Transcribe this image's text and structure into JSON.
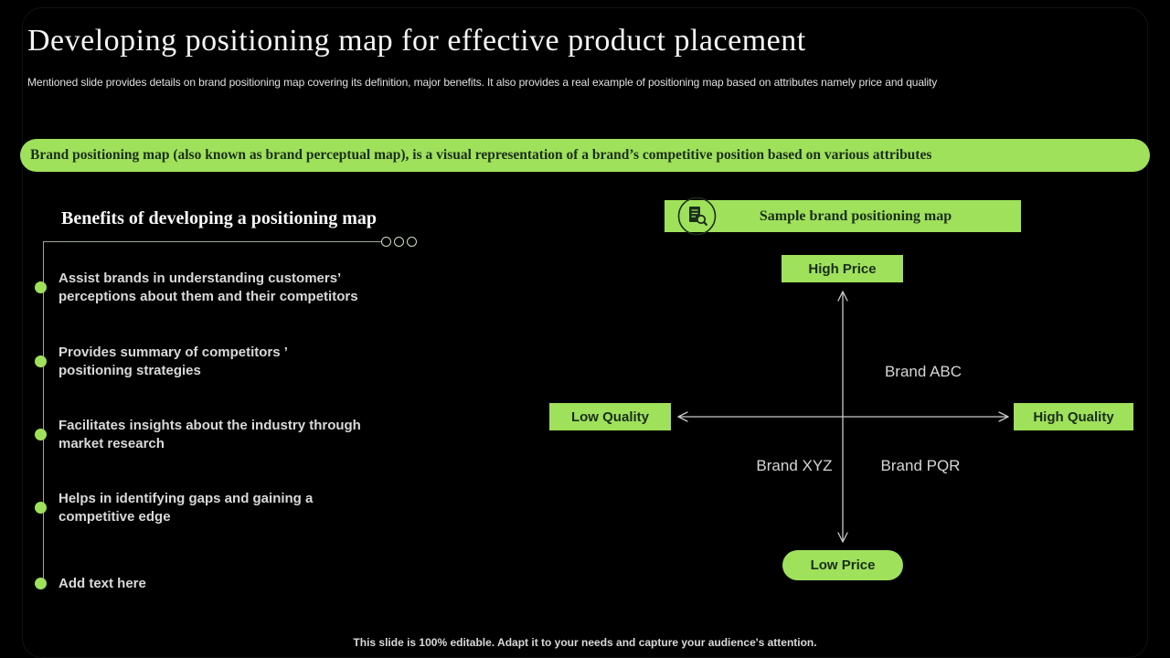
{
  "slide": {
    "title": "Developing positioning map for effective product placement",
    "subtitle": "Mentioned slide provides details on brand positioning map covering its definition, major benefits. It also provides a real example of positioning map based on attributes namely price and quality",
    "definition": "Brand positioning map (also known as brand perceptual map), is a visual representation of a brand’s competitive position based on various attributes",
    "footer": "This slide is 100% editable. Adapt it to your needs and capture your audience's attention."
  },
  "benefits": {
    "heading": "Benefits of developing a positioning map",
    "items": [
      "Assist brands in understanding customers’\nperceptions about them and their competitors",
      "Provides summary of competitors ’\npositioning strategies",
      "Facilitates insights about the industry through\nmarket research",
      "Helps in identifying gaps and gaining a\ncompetitive edge",
      "Add text here"
    ]
  },
  "positioning_map": {
    "heading": "Sample brand positioning map",
    "icon": "report-magnifier-icon",
    "axis_labels": {
      "top": "High Price",
      "bottom": "Low Price",
      "left": "Low Quality",
      "right": "High Quality"
    },
    "brands": [
      {
        "name": "Brand ABC",
        "quadrant": "high-price-high-quality"
      },
      {
        "name": "Brand XYZ",
        "quadrant": "low-price-low-quality"
      },
      {
        "name": "Brand PQR",
        "quadrant": "low-price-high-quality"
      }
    ]
  },
  "colors": {
    "background": "#000000",
    "accent_green": "#9FE15B",
    "dark_text_on_green": "#1A2E1A",
    "body_text": "#D9D9D9"
  }
}
